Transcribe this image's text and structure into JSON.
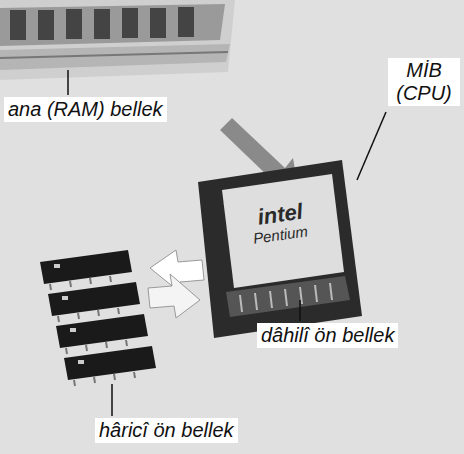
{
  "diagram": {
    "labels": [
      "ana (RAM) bellek",
      "MİB (CPU)",
      "dâhilî ön bellek",
      "hâricî ön bellek",
      "intel",
      "Pentium"
    ]
  }
}
